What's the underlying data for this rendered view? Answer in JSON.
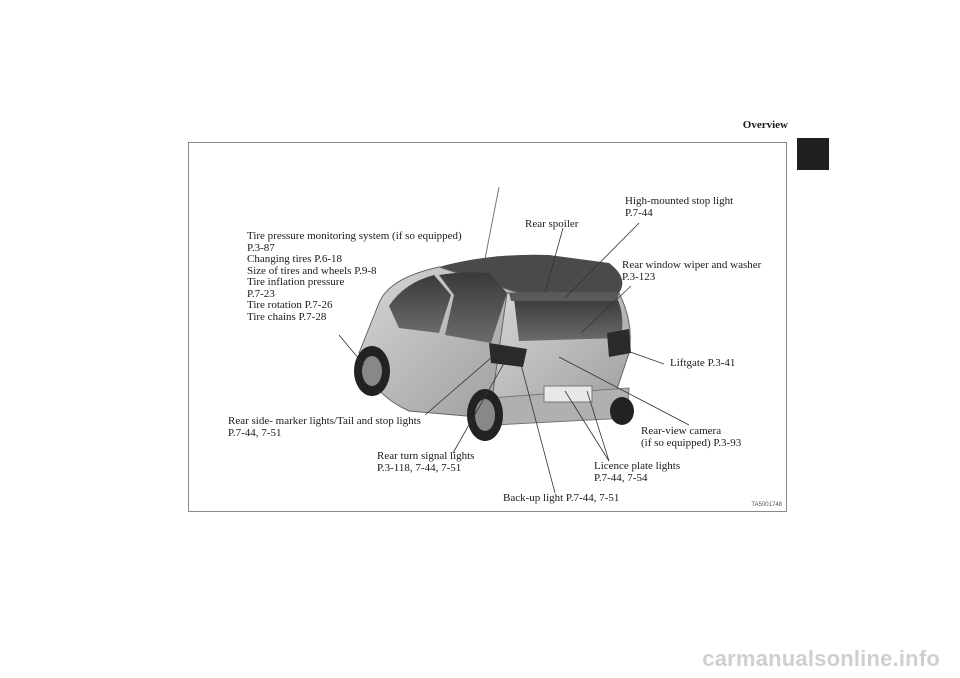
{
  "header": {
    "title": "Overview"
  },
  "figure": {
    "id": "TA5001748",
    "callouts": {
      "tire": [
        "Tire pressure monitoring system (if so equipped)",
        "P.3-87",
        "Changing tires P.6-18",
        "Size of tires and wheels P.9-8",
        "Tire inflation pressure",
        "P.7-23",
        "Tire rotation P.7-26",
        "Tire chains P.7-28"
      ],
      "rear_spoiler": [
        "Rear spoiler"
      ],
      "high_mount": [
        "High-mounted stop light",
        "P.7-44"
      ],
      "wiper": [
        "Rear window wiper and washer",
        "P.3-123"
      ],
      "liftgate": [
        "Liftgate P.3-41"
      ],
      "camera": [
        "Rear-view camera",
        "(if so equipped) P.3-93"
      ],
      "licence": [
        "Licence plate lights",
        "P.7-44, 7-54"
      ],
      "backup": [
        "Back-up light P.7-44, 7-51"
      ],
      "turn": [
        "Rear turn signal lights",
        "P.3-118, 7-44, 7-51"
      ],
      "side_marker": [
        "Rear side- marker lights/Tail and stop lights",
        "P.7-44, 7-51"
      ]
    }
  },
  "watermark": "carmanualsonline.info"
}
